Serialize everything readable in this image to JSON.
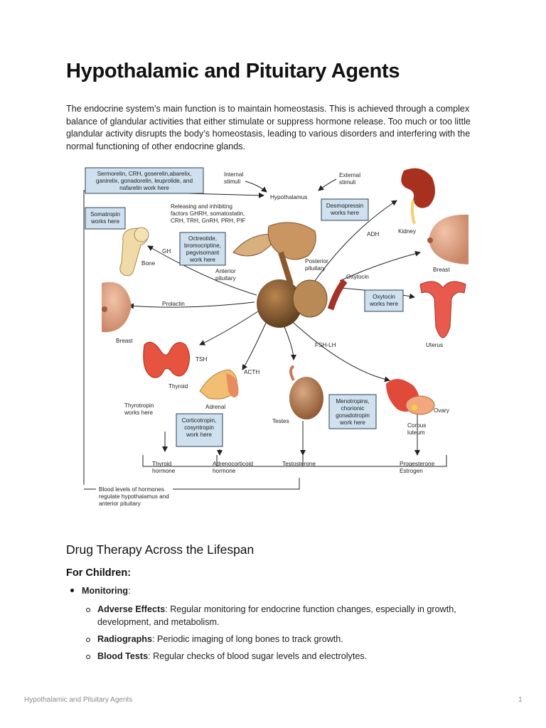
{
  "title": "Hypothalamic and Pituitary Agents",
  "intro": "The endocrine system’s main function is to maintain homeostasis. This is achieved through a complex balance of glandular activities that either stimulate or suppress hormone release. Too much or too little glandular activity disrupts the body’s homeostasis, leading to various disorders and interfering with the normal functioning of other endocrine glands.",
  "figure": {
    "boxes": {
      "hypo_drugs": [
        "Sermorelin, CRH, goserelin,abarelix,",
        "ganirelix, gonadorelin, leuprolide, and",
        "nafarelin work here"
      ],
      "somatropin": [
        "Somatropin",
        "works here"
      ],
      "octreotide": [
        "Octreotide,",
        "bromocriptine,",
        "pegvisomant",
        "work here"
      ],
      "desmopressin": [
        "Desmopressin",
        "works here"
      ],
      "oxytocin_box": [
        "Oxytocin",
        "works here"
      ],
      "menotropins": [
        "Menotropins,",
        "chorionic",
        "gonadotropin",
        "work here"
      ],
      "corticotropin": [
        "Corticotropin,",
        "cosyntropin",
        "work here"
      ]
    },
    "labels": {
      "internal": [
        "Internal",
        "stimuli"
      ],
      "external": [
        "External",
        "stimuli"
      ],
      "hypothalamus": "Hypothalamus",
      "releasing": [
        "Releasing and inhibiting",
        "factors GHRH, somatostatin,",
        "CRH, TRH, GnRH, PRH, PIF"
      ],
      "gh": "GH",
      "bone": "Bone",
      "anterior": [
        "Anterior",
        "pituitary"
      ],
      "posterior": [
        "Posterior",
        "pituitary"
      ],
      "adh": "ADH",
      "kidney": "Kidney",
      "oxytocin": "Oxytocin",
      "breast_right": "Breast",
      "uterus": "Uterus",
      "prolactin": "Prolactin",
      "breast_left": "Breast",
      "tsh": "TSH",
      "thyroid": "Thyroid",
      "acth": "ACTH",
      "fsh_lh": "FSH-LH",
      "adrenal": "Adrenal",
      "testes": "Testes",
      "ovary": "Ovary",
      "corpus": [
        "Corpus",
        "luteum"
      ],
      "thyrotropin": [
        "Thyrotropin",
        "works here"
      ],
      "thyroid_hormone": [
        "Thyroid",
        "hormone"
      ],
      "adreno_hormone": [
        "Adrenocorticoid",
        "hormone"
      ],
      "testosterone": "Testosterone",
      "prog_estrogen": [
        "Progesterone",
        "Estrogen"
      ],
      "blood_levels": [
        "Blood levels of hormones",
        "regulate hypothalamus and",
        "anterior pituitary"
      ]
    }
  },
  "lifespan": {
    "heading": "Drug Therapy Across the Lifespan",
    "children_heading": "For Children:",
    "monitoring_label": "Monitoring",
    "colon": ":",
    "items": [
      {
        "term": "Adverse Effects",
        "text": ": Regular monitoring for endocrine function changes, especially in growth, development, and metabolism."
      },
      {
        "term": "Radiographs",
        "text": ": Periodic imaging of long bones to track growth."
      },
      {
        "term": "Blood Tests",
        "text": ": Regular checks of blood sugar levels and electrolytes."
      }
    ]
  },
  "footer": {
    "left": "Hypothalamic and Pituitary Agents",
    "page": "1"
  },
  "colors": {
    "box_fill": "#cfe0ee",
    "box_stroke": "#2d3f57",
    "gland_brown": "#8a5a2e",
    "flesh": "#e3a98c",
    "red_organ": "#d83a2f"
  }
}
